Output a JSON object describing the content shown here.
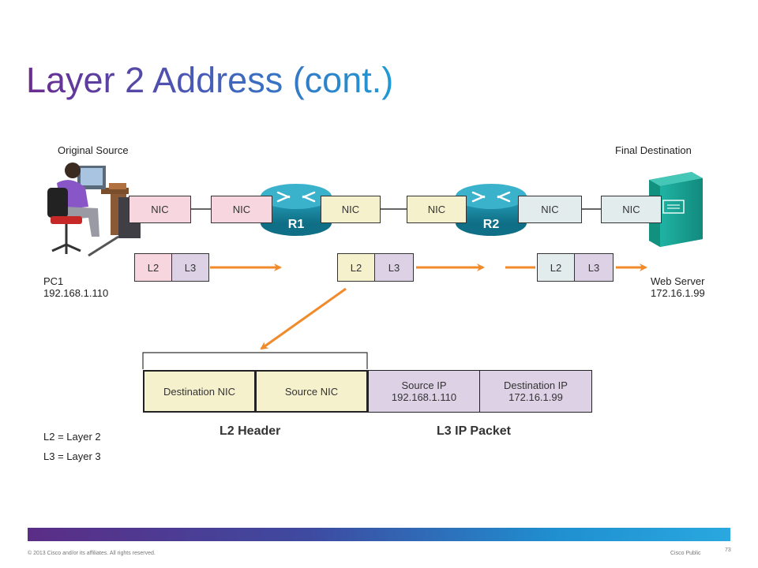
{
  "title": "Layer 2 Address (cont.)",
  "labels": {
    "original_source": "Original Source",
    "final_destination": "Final Destination",
    "pc1_name": "PC1",
    "pc1_ip": "192.168.1.110",
    "server_name": "Web Server",
    "server_ip": "172.16.1.99"
  },
  "nics": [
    "NIC",
    "NIC",
    "NIC",
    "NIC",
    "NIC",
    "NIC"
  ],
  "routers": [
    "R1",
    "R2"
  ],
  "frames": [
    {
      "l2": "L2",
      "l3": "L3"
    },
    {
      "l2": "L2",
      "l3": "L3"
    },
    {
      "l2": "L2",
      "l3": "L3"
    }
  ],
  "detail": {
    "destination_nic": "Destination NIC",
    "source_nic": "Source NIC",
    "source_ip_label": "Source IP",
    "source_ip_value": "192.168.1.110",
    "destination_ip_label": "Destination IP",
    "destination_ip_value": "172.16.1.99",
    "l2_header": "L2 Header",
    "l3_ip_packet": "L3 IP Packet"
  },
  "legend": {
    "l2": "L2 = Layer 2",
    "l3": "L3 = Layer 3"
  },
  "footer": {
    "copyright": "© 2013 Cisco and/or its affiliates. All rights reserved.",
    "classification": "Cisco Public",
    "page_number": "73"
  },
  "colors": {
    "arrow": "#f08a2a",
    "nic_pink": "#f7d6df",
    "nic_yellow": "#f6f1cd",
    "nic_gray": "#e3ecec",
    "l3_purple": "#ddd1e6",
    "router": "#1b8fa8",
    "server": "#1aa89a"
  }
}
